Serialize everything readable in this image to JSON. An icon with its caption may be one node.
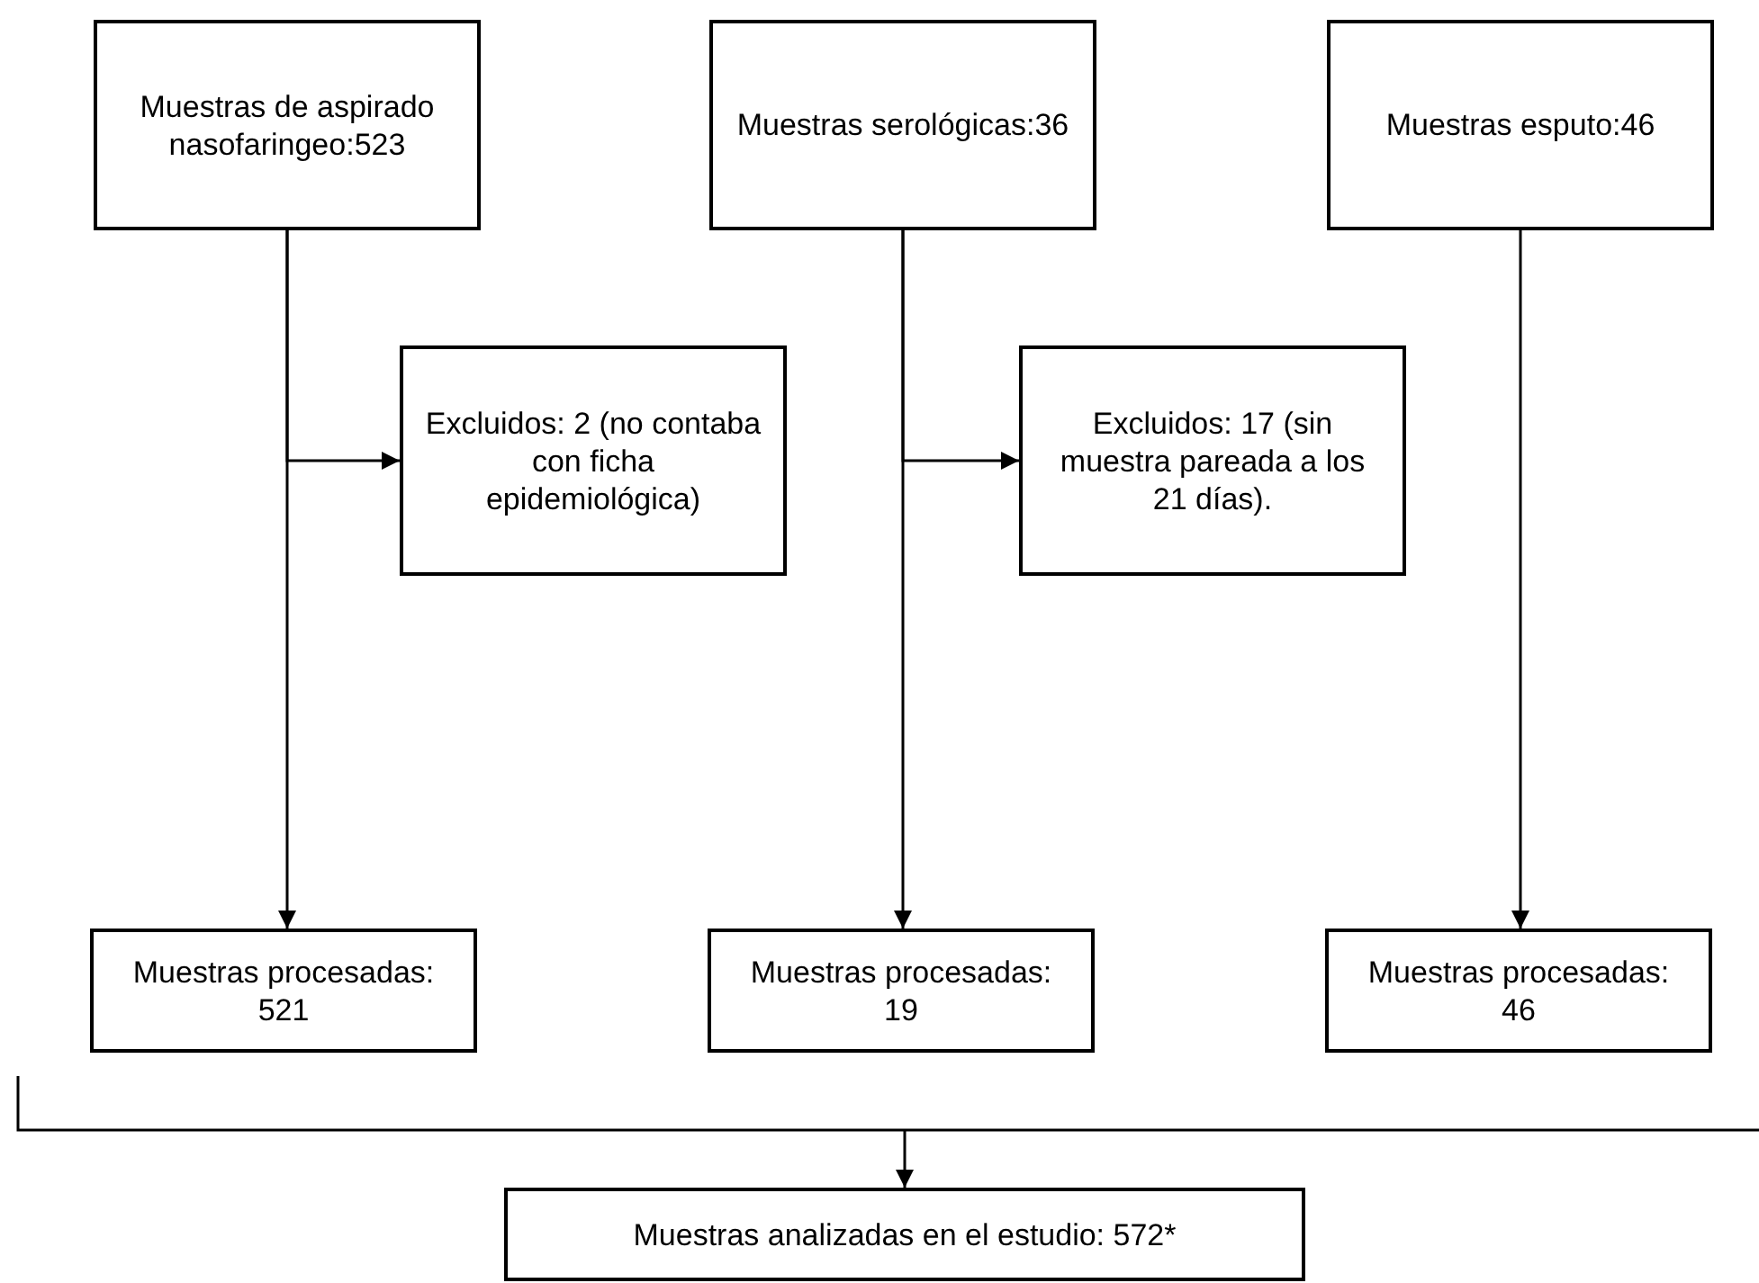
{
  "diagram": {
    "nodes": [
      {
        "text": [
          "Muestras de aspirado nasofaringeo:523"
        ]
      },
      {
        "text": [
          "Muestras serológicas:36"
        ]
      },
      {
        "text": [
          "Muestras esputo:46"
        ]
      },
      {
        "text": [
          "Excluidos: 2 (no contaba con ficha epidemiológica)"
        ]
      },
      {
        "text": [
          "Excluidos: 17 (sin muestra pareada a los 21 días)."
        ]
      },
      {
        "text": [
          "Muestras procesadas: 521"
        ]
      },
      {
        "text": [
          "Muestras procesadas: 19"
        ]
      },
      {
        "text": [
          "Muestras procesadas: 46"
        ]
      },
      {
        "text": [
          "Muestras analizadas en el estudio: 572*"
        ]
      }
    ],
    "edges": [
      {
        "from": 0,
        "to": 3,
        "arrow": "to"
      },
      {
        "from": 0,
        "to": 5,
        "arrow": "to"
      },
      {
        "from": 1,
        "to": 4,
        "arrow": "to"
      },
      {
        "from": 1,
        "to": 6,
        "arrow": "to"
      },
      {
        "from": 2,
        "to": 7,
        "arrow": "to"
      },
      {
        "from": null,
        "to": 8,
        "arrow": "to"
      }
    ]
  }
}
